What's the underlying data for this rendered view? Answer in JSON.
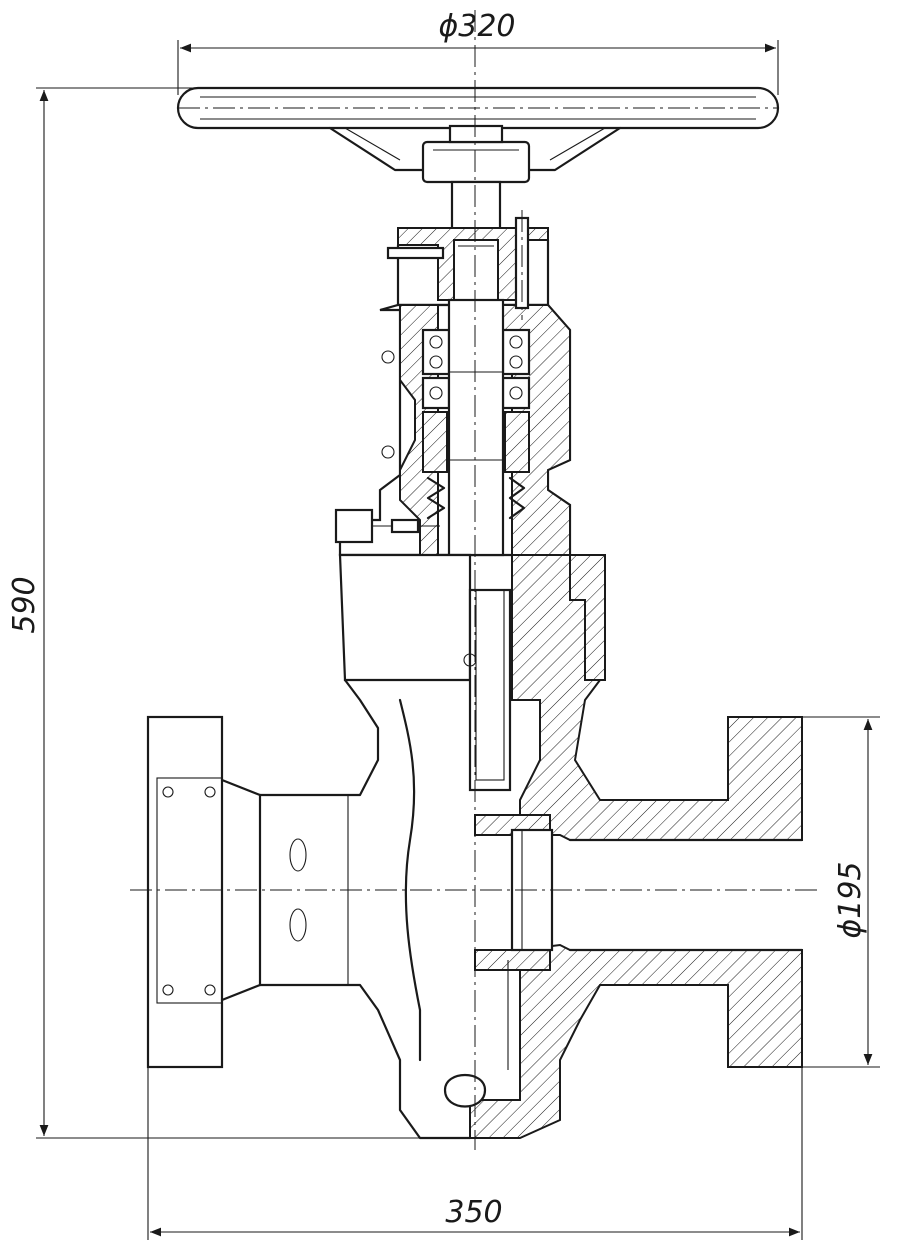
{
  "dimensions": {
    "handwheel_diameter": "ϕ320",
    "overall_height": "590",
    "flange_diameter": "ϕ195",
    "face_to_face": "350"
  }
}
